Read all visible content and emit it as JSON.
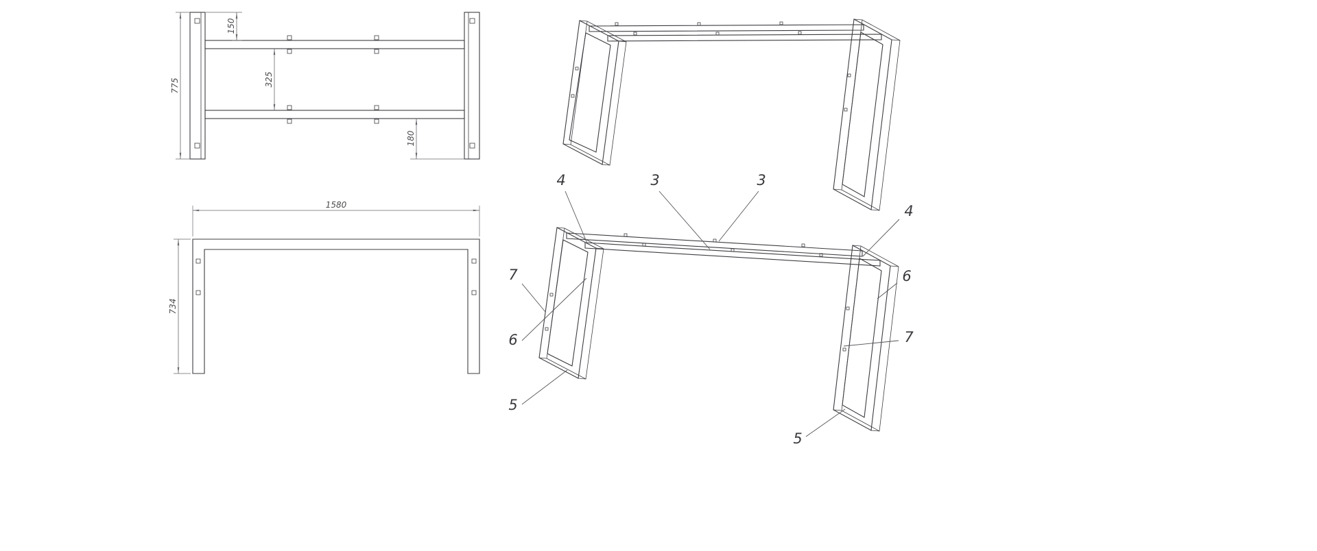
{
  "colors": {
    "background": "#ffffff",
    "geometry_line": "#3d3d42",
    "dimension_line": "#68686d",
    "text": "#4b4b50"
  },
  "plan_view": {
    "dim_top_offset": "150",
    "dim_overall_depth": "775",
    "dim_rail_spacing": "325",
    "dim_bottom_offset": "180"
  },
  "front_view": {
    "dim_overall_length": "1580",
    "dim_height": "734"
  },
  "iso_labeled_view": {
    "callouts": [
      {
        "label": "4",
        "position": "top-left"
      },
      {
        "label": "3",
        "position": "top-center-left"
      },
      {
        "label": "3",
        "position": "top-center-right"
      },
      {
        "label": "4",
        "position": "right-upper"
      },
      {
        "label": "6",
        "position": "right-middle"
      },
      {
        "label": "7",
        "position": "right-lower"
      },
      {
        "label": "5",
        "position": "bottom-right"
      },
      {
        "label": "7",
        "position": "left-upper"
      },
      {
        "label": "6",
        "position": "left-middle"
      },
      {
        "label": "5",
        "position": "left-lower"
      }
    ]
  }
}
